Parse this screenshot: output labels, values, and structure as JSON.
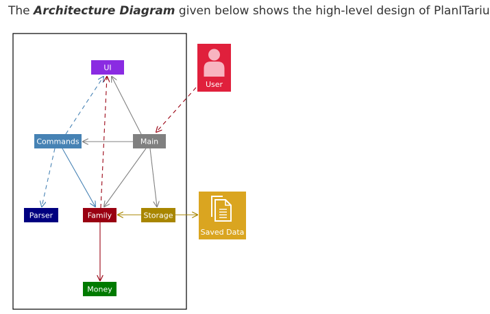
{
  "intro": {
    "prefix": "The ",
    "emphasis": "Architecture Diagram",
    "suffix": " given below shows the high-level design of PlanITarium."
  },
  "diagram": {
    "nodes": [
      {
        "id": "ui",
        "label": "UI",
        "color": "#8a2be2"
      },
      {
        "id": "main",
        "label": "Main",
        "color": "#808080"
      },
      {
        "id": "commands",
        "label": "Commands",
        "color": "#4682b4"
      },
      {
        "id": "parser",
        "label": "Parser",
        "color": "#000080"
      },
      {
        "id": "family",
        "label": "Family",
        "color": "#990011"
      },
      {
        "id": "storage",
        "label": "Storage",
        "color": "#a88600"
      },
      {
        "id": "money",
        "label": "Money",
        "color": "#007a00"
      },
      {
        "id": "user",
        "label": "User",
        "color": "#e0203c",
        "icon": "user-icon"
      },
      {
        "id": "saved-data",
        "label": "Saved Data",
        "color": "#daa520",
        "icon": "document-icon"
      }
    ],
    "edges": [
      {
        "from": "main",
        "to": "ui",
        "style": "solid",
        "color": "#808080"
      },
      {
        "from": "main",
        "to": "commands",
        "style": "solid",
        "color": "#808080"
      },
      {
        "from": "main",
        "to": "family",
        "style": "solid",
        "color": "#808080"
      },
      {
        "from": "main",
        "to": "storage",
        "style": "solid",
        "color": "#808080"
      },
      {
        "from": "commands",
        "to": "ui",
        "style": "dashed",
        "color": "#4682b4"
      },
      {
        "from": "commands",
        "to": "parser",
        "style": "dashed",
        "color": "#4682b4"
      },
      {
        "from": "commands",
        "to": "family",
        "style": "solid",
        "color": "#4682b4"
      },
      {
        "from": "family",
        "to": "ui",
        "style": "dashed",
        "color": "#990011"
      },
      {
        "from": "family",
        "to": "money",
        "style": "solid",
        "color": "#990011"
      },
      {
        "from": "user",
        "to": "main",
        "style": "dashed",
        "color": "#990011"
      },
      {
        "from": "storage",
        "to": "family",
        "style": "solid",
        "color": "#a88600"
      },
      {
        "from": "storage",
        "to": "saved-data",
        "style": "solid",
        "color": "#a88600"
      }
    ]
  }
}
